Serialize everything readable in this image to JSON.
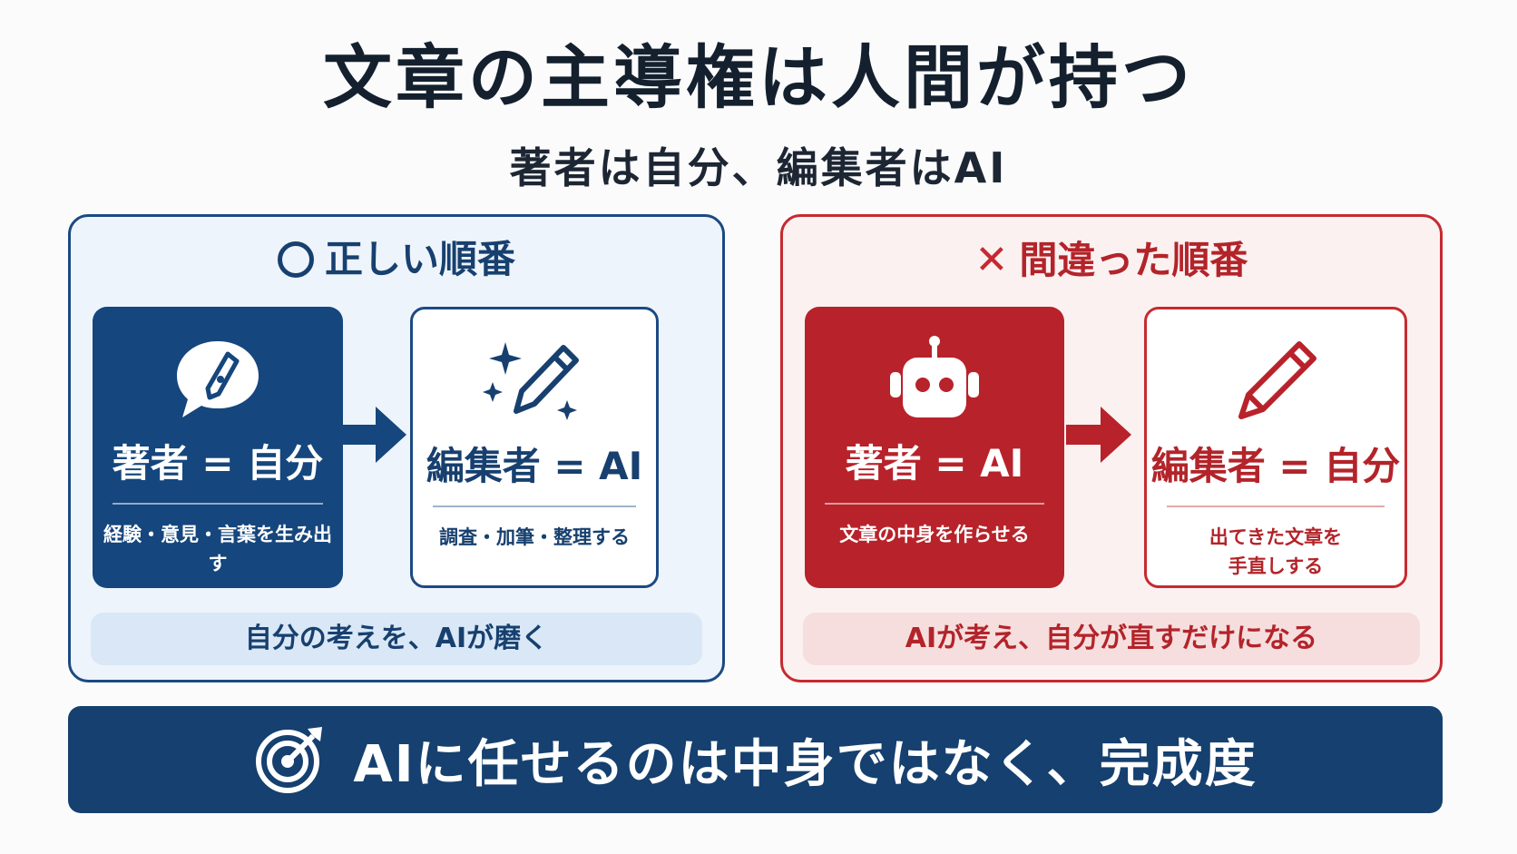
{
  "title": "文章の主導権は人間が持つ",
  "subtitle": "著者は自分、編集者はAI",
  "colors": {
    "navy": "#15467d",
    "red": "#b8222a",
    "light_blue_bg": "#eef4fb",
    "light_red_bg": "#fbf1f1"
  },
  "correct": {
    "heading": "正しい順番",
    "heading_icon": "circle-icon",
    "author_card": {
      "icon": "pen-nib-speech-bubble-icon",
      "role": "著者 = 自分",
      "desc": "経験・意見・言葉を生み出す"
    },
    "editor_card": {
      "icon": "sparkle-pencil-icon",
      "role": "編集者 = AI",
      "desc": "調査・加筆・整理する"
    },
    "summary": "自分の考えを、AIが磨く"
  },
  "wrong": {
    "heading": "間違った順番",
    "heading_icon": "x-mark-icon",
    "author_card": {
      "icon": "robot-icon",
      "role": "著者 = AI",
      "desc": "文章の中身を作らせる"
    },
    "editor_card": {
      "icon": "pencil-icon",
      "role": "編集者 = 自分",
      "desc_line1": "出てきた文章を",
      "desc_line2": "手直しする"
    },
    "summary": "AIが考え、自分が直すだけになる"
  },
  "footer": {
    "icon": "target-icon",
    "message": "AIに任せるのは中身ではなく、完成度"
  }
}
